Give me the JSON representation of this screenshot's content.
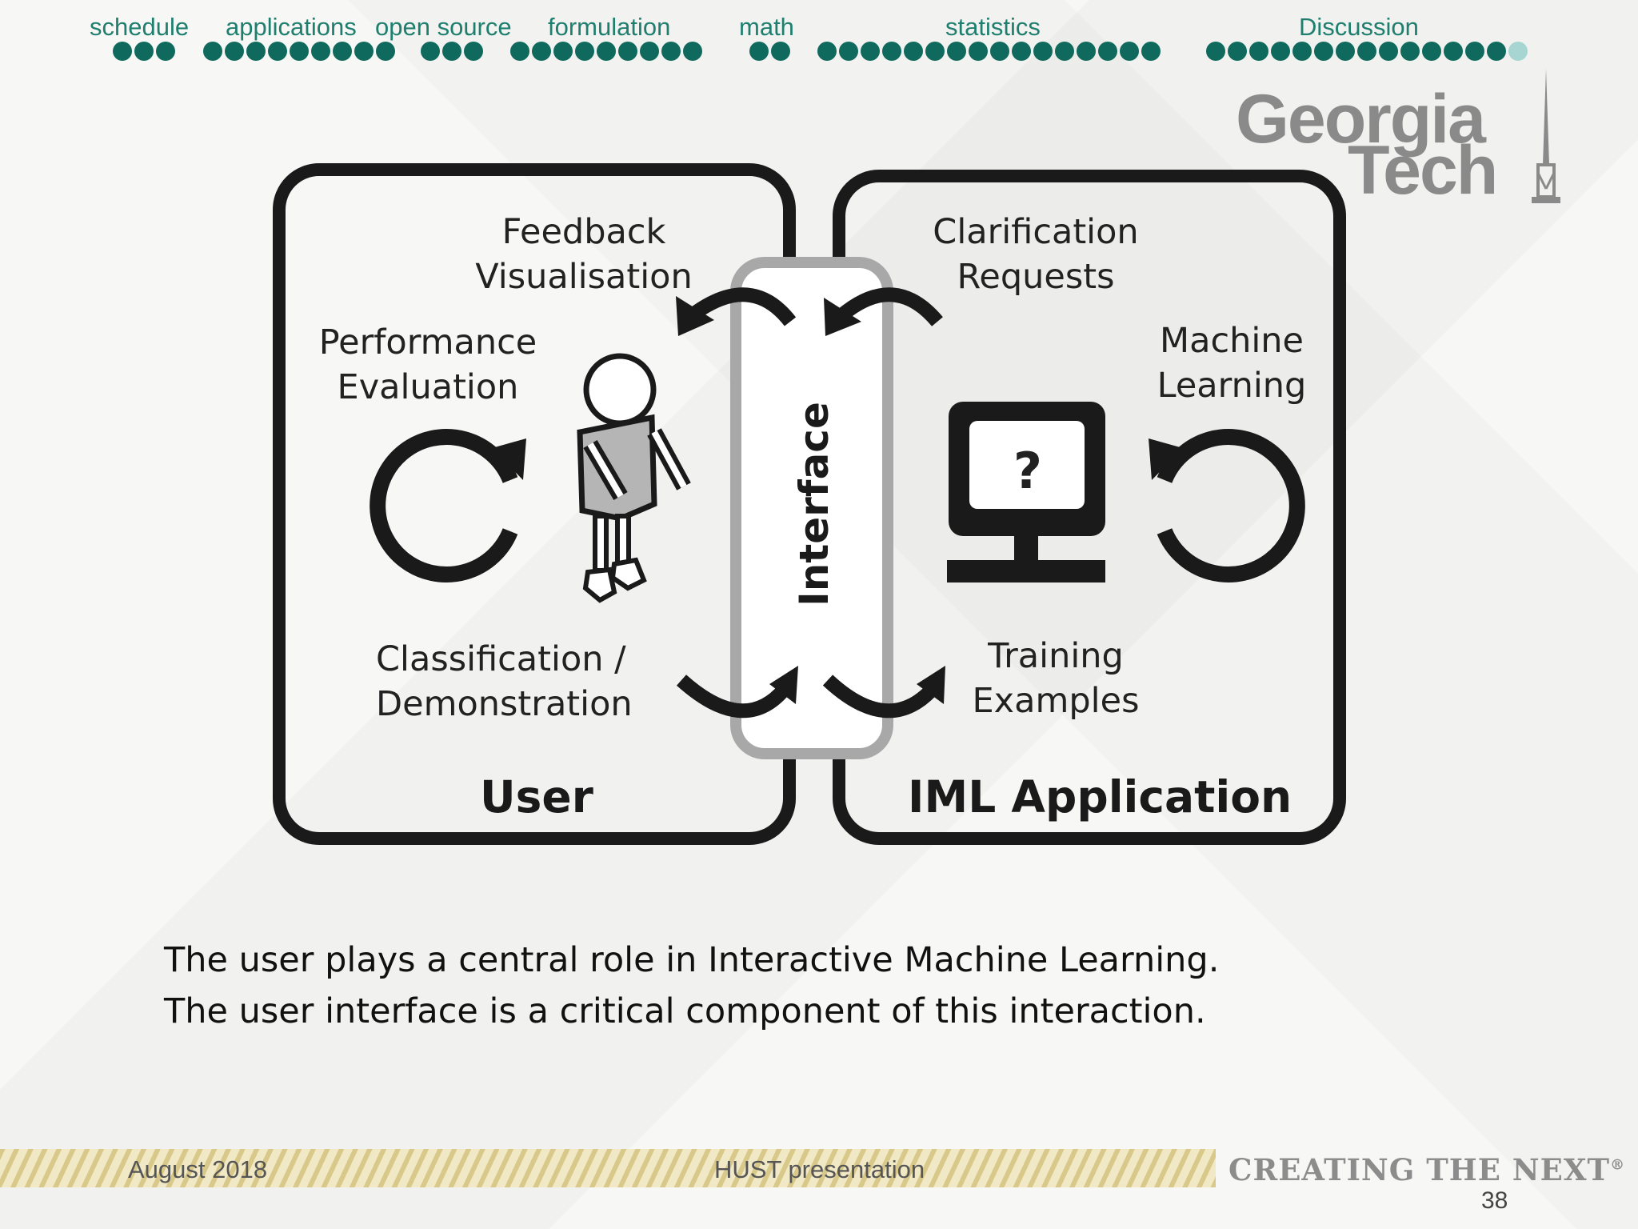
{
  "nav": {
    "sections": [
      {
        "label": "schedule",
        "dots": 3,
        "current": 0
      },
      {
        "label": "applications",
        "dots": 9,
        "current": 0
      },
      {
        "label": "open source",
        "dots": 3,
        "current": 0
      },
      {
        "label": "formulation",
        "dots": 9,
        "current": 0
      },
      {
        "label": "math",
        "dots": 2,
        "current": 0
      },
      {
        "label": "statistics",
        "dots": 16,
        "current": 0
      },
      {
        "label": "Discussion",
        "dots": 14,
        "current": 14
      }
    ]
  },
  "logo": {
    "line1": "Georgia",
    "line2": "Tech"
  },
  "diagram": {
    "user_box": {
      "title": "User",
      "feedback": "Feedback\nVisualisation",
      "performance": "Performance\nEvaluation",
      "classification": "Classification /\nDemonstration"
    },
    "interface": {
      "label": "Interface"
    },
    "app_box": {
      "title": "IML Application",
      "clarification": "Clarification\nRequests",
      "machine_learning": "Machine\nLearning",
      "training": "Training\nExamples",
      "screen_symbol": "?"
    }
  },
  "caption": {
    "line1": "The user plays a central role in Interactive Machine Learning.",
    "line2": "The user interface is a critical component of this interaction."
  },
  "footer": {
    "date": "August 2018",
    "event": "HUST presentation",
    "tagline": "CREATING THE NEXT",
    "tagline_mark": "®",
    "page": "38"
  },
  "colors": {
    "nav": "#0f6a5d",
    "nav_current": "#a7d6d2",
    "footer_stripe": "#d8c98a"
  }
}
